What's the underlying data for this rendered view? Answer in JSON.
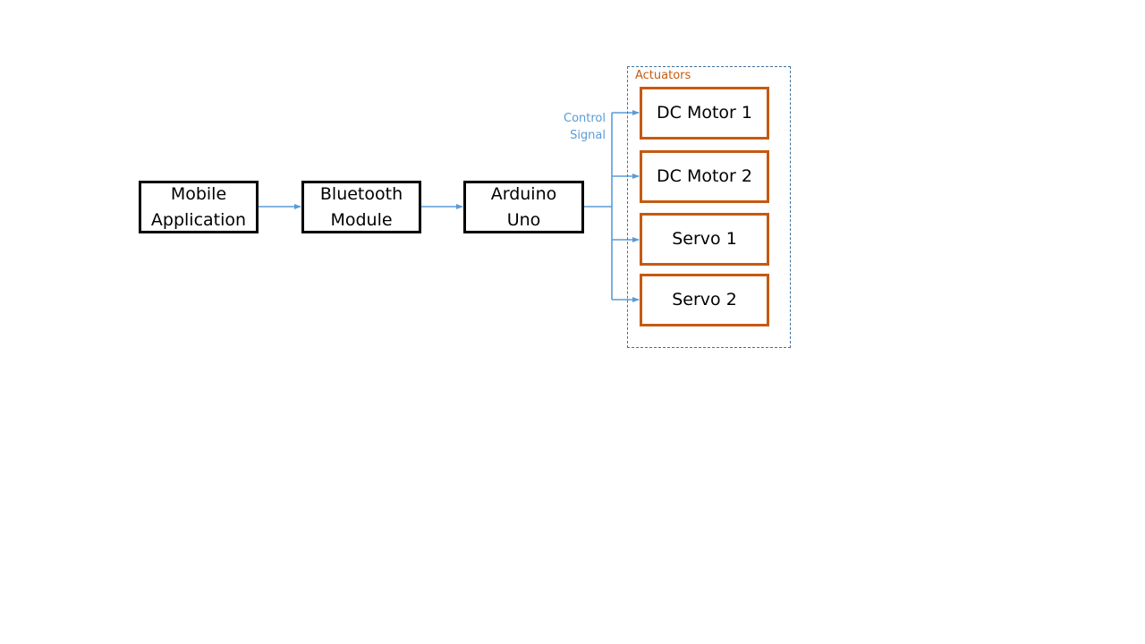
{
  "nodes": {
    "mobile_app": {
      "line1": "Mobile",
      "line2": "Application"
    },
    "bluetooth": {
      "line1": "Bluetooth",
      "line2": "Module"
    },
    "arduino": {
      "line1": "Arduino",
      "line2": "Uno"
    }
  },
  "actuators": {
    "group_label": "Actuators",
    "items": [
      "DC Motor 1",
      "DC Motor 2",
      "Servo 1",
      "Servo 2"
    ]
  },
  "signal_label": {
    "line1": "Control",
    "line2": "Signal"
  },
  "colors": {
    "connector": "#5b9bd5",
    "actuator_border": "#c55a11",
    "group_border": "#41719c",
    "node_border": "#000000"
  }
}
